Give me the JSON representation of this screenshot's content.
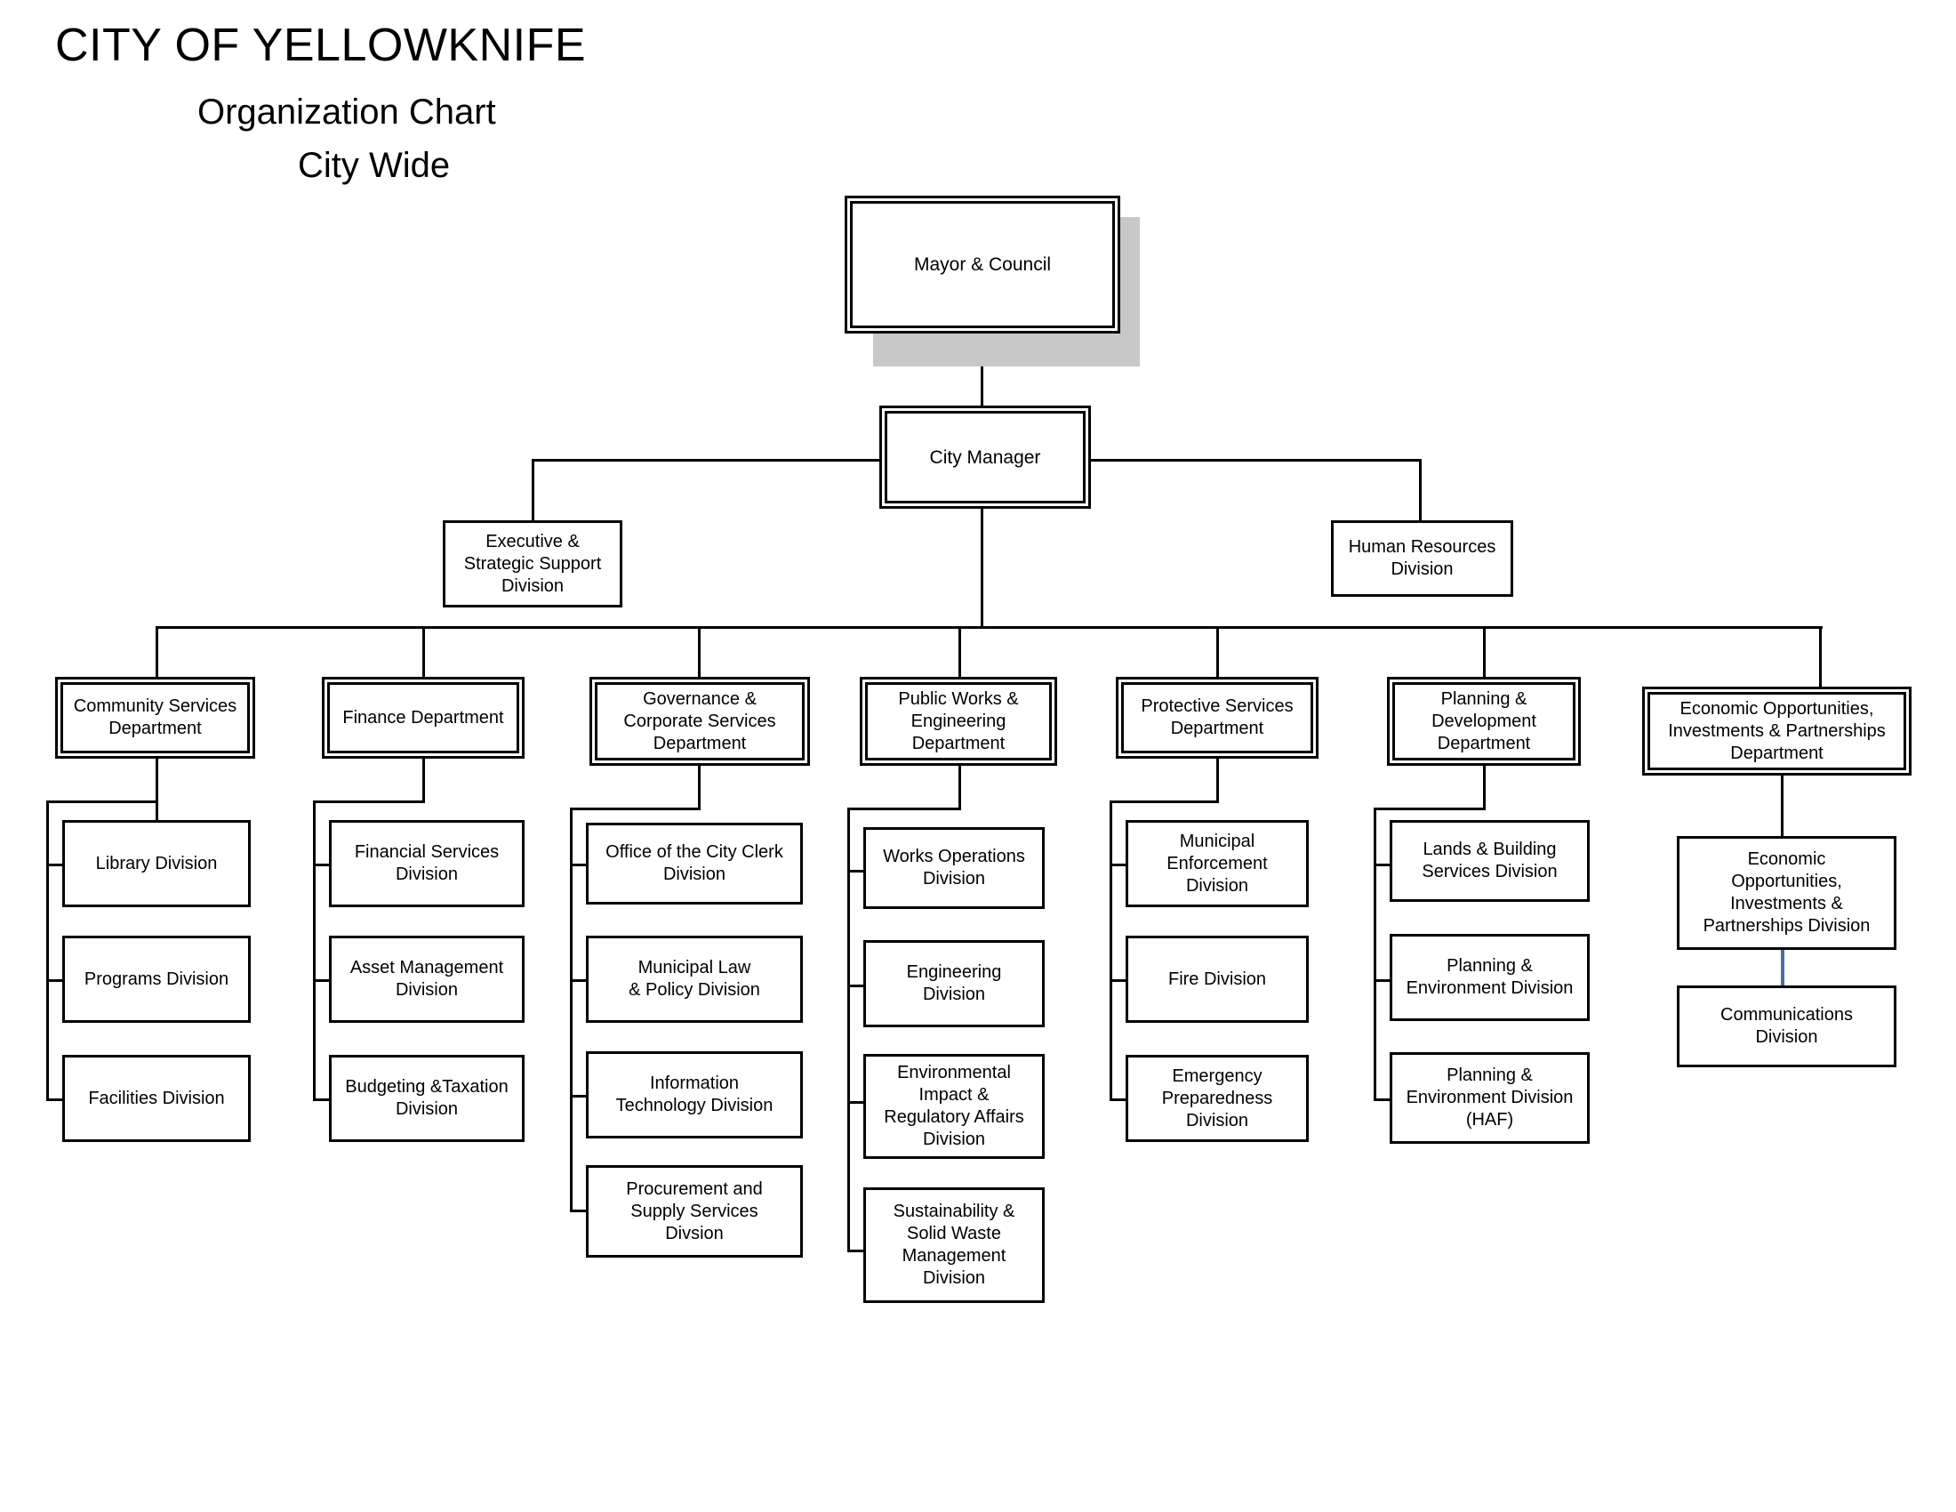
{
  "header": {
    "title": "CITY OF YELLOWKNIFE",
    "subtitle_line1": "Organization Chart",
    "subtitle_line2": "City Wide"
  },
  "colors": {
    "line": "#000000",
    "box_border": "#000000",
    "box_fill": "#ffffff",
    "shadow": "#c8c8c8",
    "blue_connector": "#4a6fa5"
  },
  "chart_data": {
    "type": "diagram",
    "title": "CITY OF YELLOWKNIFE Organization Chart - City Wide",
    "nodes": {
      "root": {
        "label": "Mayor & Council",
        "level": 0,
        "style": "double-border-shadow"
      },
      "city_manager": {
        "label": "City Manager",
        "level": 1,
        "style": "double-border"
      },
      "executive": {
        "label": "Executive &\nStrategic Support\nDivision",
        "level": 2,
        "style": "single-border"
      },
      "human_resources": {
        "label": "Human Resources\nDivision",
        "level": 2,
        "style": "single-border"
      }
    },
    "departments": [
      {
        "id": "community-services",
        "label": "Community Services\nDepartment",
        "divisions": [
          {
            "label": "Library Division"
          },
          {
            "label": "Programs Division"
          },
          {
            "label": "Facilities Division"
          }
        ]
      },
      {
        "id": "finance",
        "label": "Finance Department",
        "divisions": [
          {
            "label": "Financial Services\nDivision"
          },
          {
            "label": "Asset Management\nDivision"
          },
          {
            "label": "Budgeting &Taxation\nDivision"
          }
        ]
      },
      {
        "id": "governance-corporate-services",
        "label": "Governance &\nCorporate Services\nDepartment",
        "divisions": [
          {
            "label": "Office of the City Clerk\nDivision"
          },
          {
            "label": "Municipal Law\n& Policy Division"
          },
          {
            "label": "Information\nTechnology Division"
          },
          {
            "label": "Procurement and\nSupply Services\nDivsion"
          }
        ]
      },
      {
        "id": "public-works-engineering",
        "label": "Public Works &\nEngineering\nDepartment",
        "divisions": [
          {
            "label": "Works Operations\nDivision"
          },
          {
            "label": "Engineering\nDivision"
          },
          {
            "label": "Environmental\nImpact &\nRegulatory Affairs\nDivision"
          },
          {
            "label": "Sustainability &\nSolid Waste\nManagement\nDivision"
          }
        ]
      },
      {
        "id": "protective-services",
        "label": "Protective Services\nDepartment",
        "divisions": [
          {
            "label": "Municipal\nEnforcement\nDivision"
          },
          {
            "label": "Fire Division"
          },
          {
            "label": "Emergency\nPreparedness\nDivision"
          }
        ]
      },
      {
        "id": "planning-development",
        "label": "Planning &\nDevelopment\nDepartment",
        "divisions": [
          {
            "label": "Lands & Building\nServices Division"
          },
          {
            "label": "Planning &\nEnvironment Division"
          },
          {
            "label": "Planning &\nEnvironment Division\n(HAF)"
          }
        ]
      },
      {
        "id": "economic-opportunities",
        "label": "Economic Opportunities,\nInvestments & Partnerships\nDepartment",
        "divisions": [
          {
            "label": "Economic\nOpportunities,\nInvestments &\nPartnerships Division"
          },
          {
            "label": "Communications\nDivision"
          }
        ]
      }
    ]
  }
}
